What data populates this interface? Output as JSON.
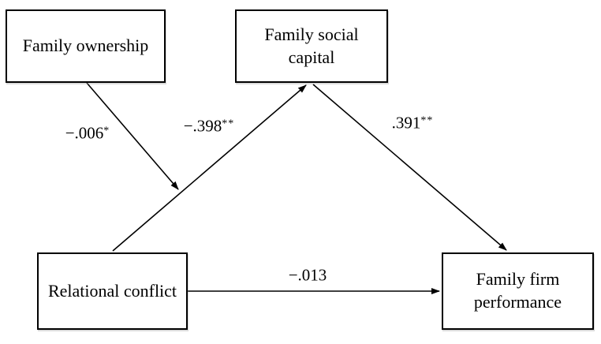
{
  "diagram": {
    "background_color": "#ffffff",
    "line_color": "#000000",
    "nodes": {
      "family_ownership": {
        "label": "Family ownership"
      },
      "family_social_capital": {
        "label": "Family social\ncapital"
      },
      "relational_conflict": {
        "label": "Relational conflict"
      },
      "family_firm_performance": {
        "label": "Family firm\nperformance"
      }
    },
    "paths": {
      "ownership_to_mediation_path": {
        "coefficient": "−.006",
        "significance": "*"
      },
      "conflict_to_social_capital": {
        "coefficient": "−.398",
        "significance": "**"
      },
      "social_capital_to_performance": {
        "coefficient": ".391",
        "significance": "**"
      },
      "conflict_to_performance": {
        "coefficient": "−.013",
        "significance": ""
      }
    }
  }
}
